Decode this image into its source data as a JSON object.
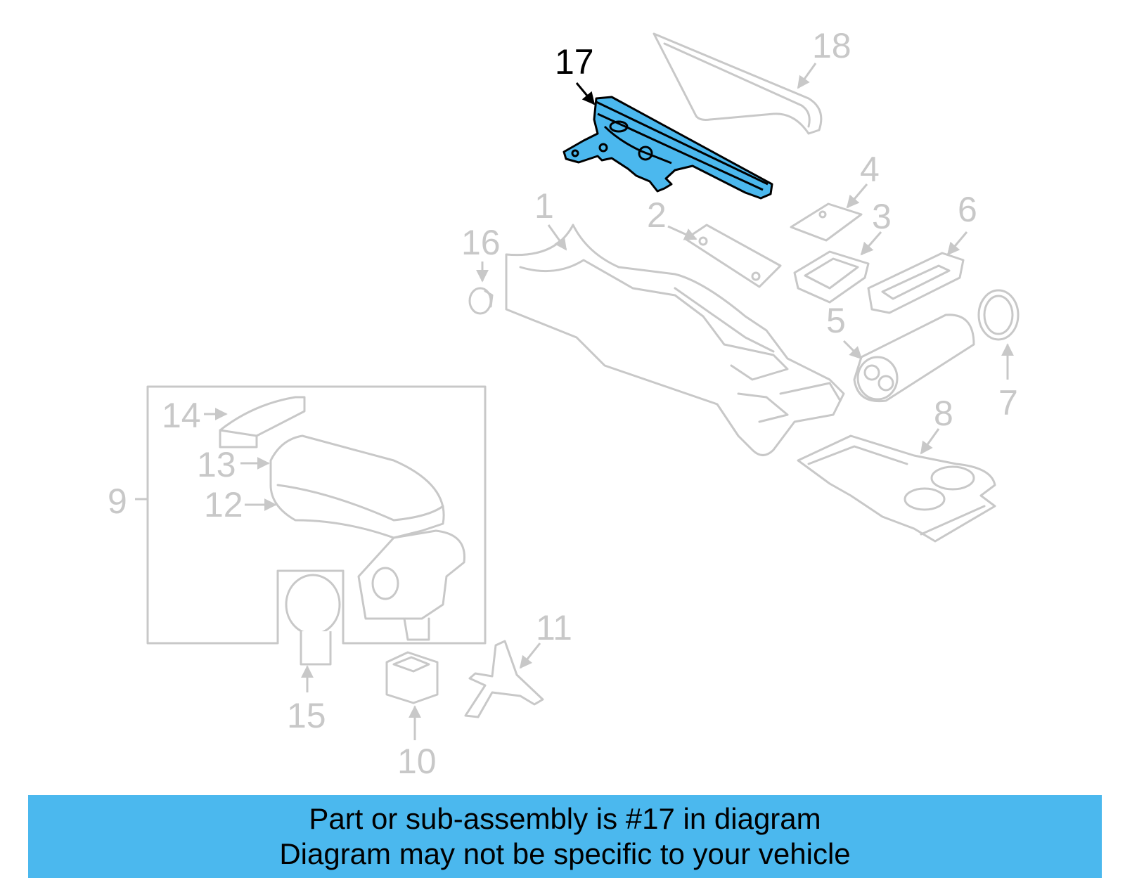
{
  "diagram": {
    "highlight_color": "#4bb8ee",
    "ghost_color": "#c8c8c8",
    "callouts": [
      "1",
      "2",
      "3",
      "4",
      "5",
      "6",
      "7",
      "8",
      "9",
      "10",
      "11",
      "12",
      "13",
      "14",
      "15",
      "16",
      "17",
      "18"
    ],
    "highlighted_part": "17"
  },
  "banner": {
    "line1": "Part or sub-assembly is #17 in diagram",
    "line2": "Diagram may not be specific to your vehicle",
    "background": "#4bb8ee"
  }
}
